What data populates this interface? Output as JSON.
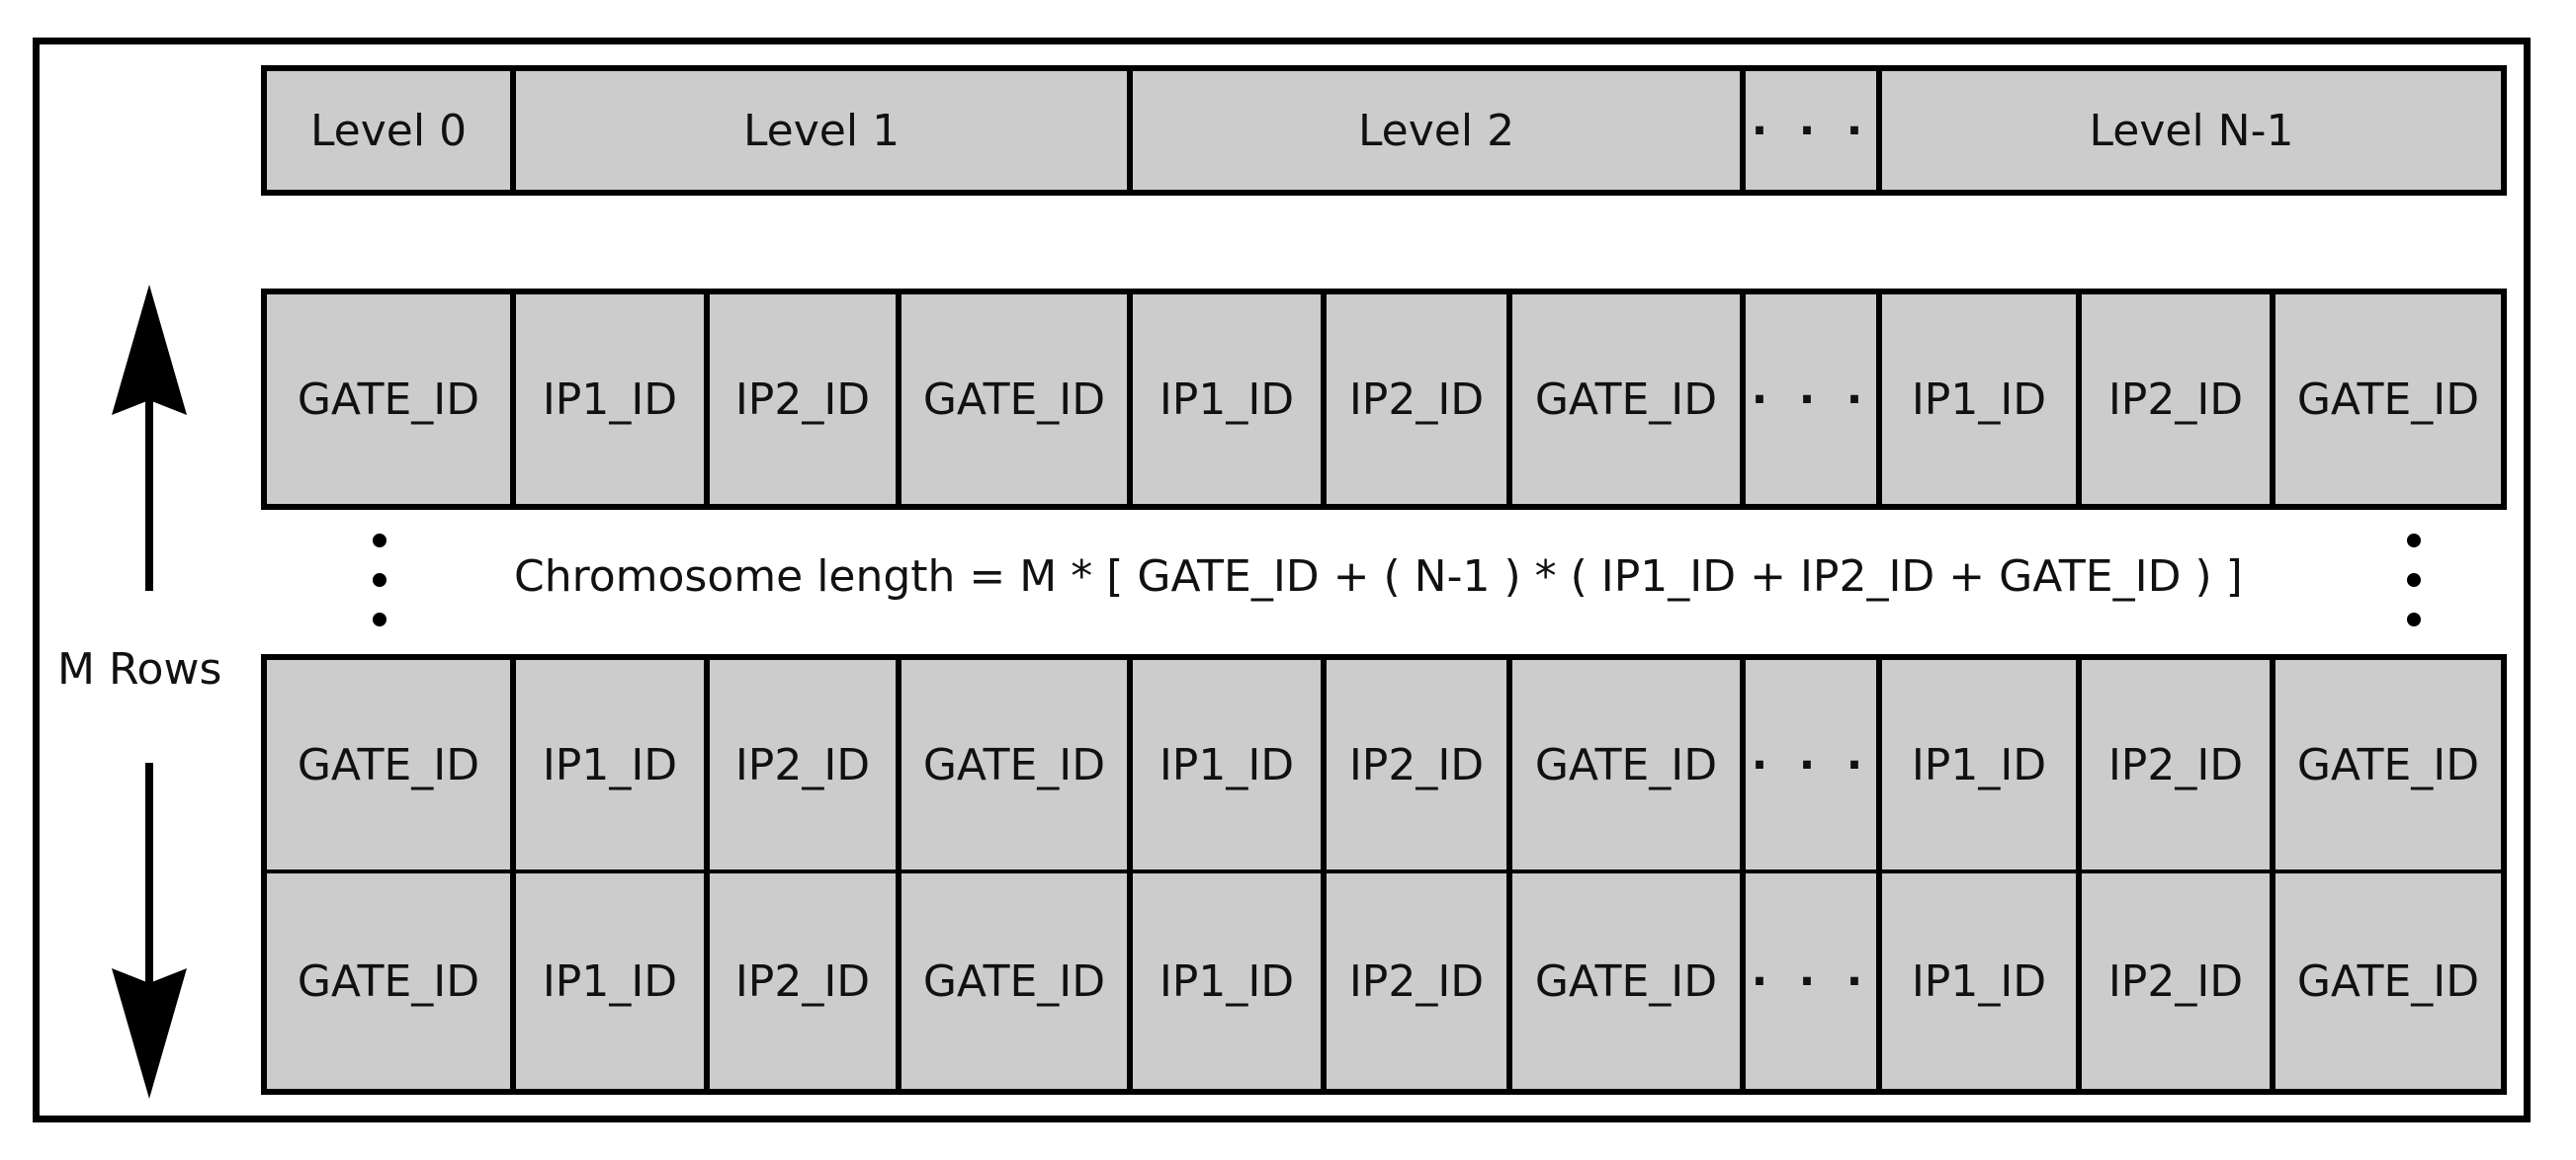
{
  "levels": [
    "Level 0",
    "Level 1",
    "Level 2",
    "· · ·",
    "Level N-1"
  ],
  "row_cells": [
    "GATE_ID",
    "IP1_ID",
    "IP2_ID",
    "GATE_ID",
    "IP1_ID",
    "IP2_ID",
    "GATE_ID",
    "· · ·",
    "IP1_ID",
    "IP2_ID",
    "GATE_ID"
  ],
  "formula": "Chromosome length = M * [ GATE_ID + ( N-1 ) * ( IP1_ID + IP2_ID + GATE_ID ) ]",
  "m_rows_label": "M Rows"
}
